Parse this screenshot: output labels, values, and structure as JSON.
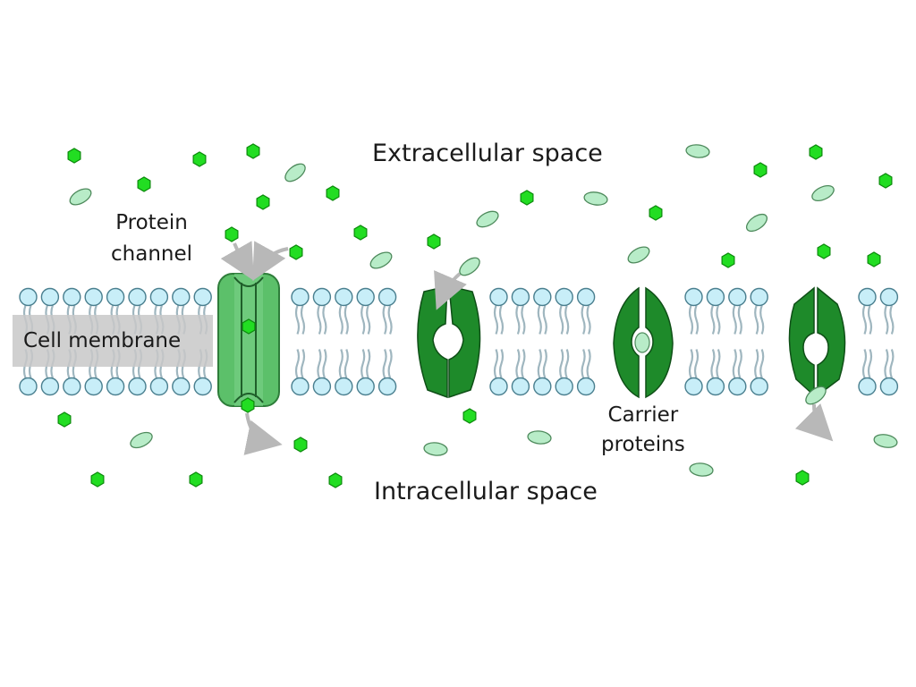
{
  "labels": {
    "extracellular": "Extracellular space",
    "intracellular": "Intracellular space",
    "protein_channel_line1": "Protein",
    "protein_channel_line2": "channel",
    "cell_membrane": "Cell membrane",
    "carrier_line1": "Carrier",
    "carrier_line2": "proteins"
  },
  "colors": {
    "lipid_head": "#c8eef8",
    "lipid_head_stroke": "#4a7f8f",
    "lipid_tail": "#9fb6bf",
    "channel_fill": "#5cc06a",
    "channel_stroke": "#2e7d3a",
    "carrier_fill": "#1e8a2a",
    "small_molecule": "#22dd22",
    "large_molecule": "#b8ecc8",
    "arrow": "#b0b0b0",
    "label_box": "#c8c8c8"
  },
  "icons": {
    "small_molecule": "hexagon",
    "large_molecule": "ellipse"
  }
}
